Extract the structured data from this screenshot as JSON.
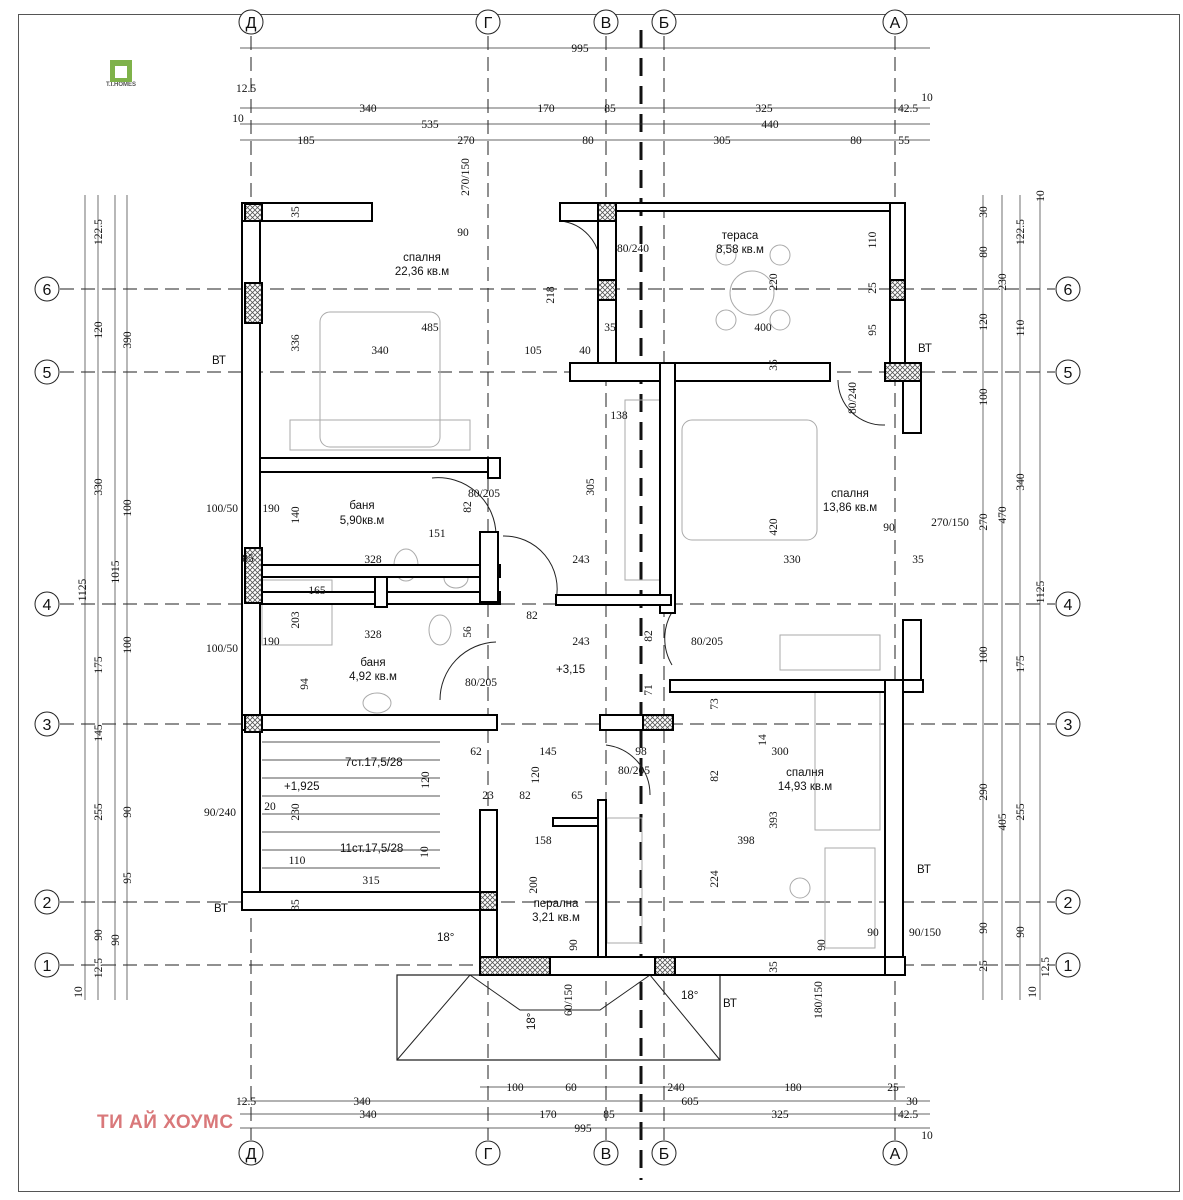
{
  "logo": "T.I.HOMES",
  "watermark": "ТИ АЙ ХОУМС",
  "axes_vertical": [
    "Д",
    "Г",
    "В",
    "Б",
    "А"
  ],
  "axes_horizontal": [
    "6",
    "5",
    "4",
    "3",
    "2",
    "1"
  ],
  "rooms": [
    {
      "name": "спалня",
      "area": "22,36 кв.м"
    },
    {
      "name": "тераса",
      "area": "8,58 кв.м"
    },
    {
      "name": "спалня",
      "area": "13,86 кв.м"
    },
    {
      "name": "баня",
      "area": "5,90кв.м"
    },
    {
      "name": "баня",
      "area": "4,92 кв.м"
    },
    {
      "name": "спалня",
      "area": "14,93 кв.м"
    },
    {
      "name": "перална",
      "area": "3,21 кв.м"
    }
  ],
  "levels": [
    "+3,15",
    "+1,925"
  ],
  "stairs": [
    "7ст.17,5/28",
    "11ст.17,5/28"
  ],
  "slopes": [
    "18°",
    "18°",
    "18°"
  ],
  "vent_marks": [
    "ВТ",
    "ВТ",
    "ВТ",
    "ВТ",
    "ВТ"
  ],
  "dimensions": [
    "995",
    "12.5",
    "340",
    "170",
    "85",
    "325",
    "42.5",
    "10",
    "10",
    "535",
    "440",
    "185",
    "270",
    "80",
    "305",
    "80",
    "55",
    "100",
    "60",
    "240",
    "180",
    "25",
    "12.5",
    "340",
    "605",
    "30",
    "340",
    "170",
    "85",
    "325",
    "42.5",
    "995",
    "10",
    "1125",
    "122.5",
    "120",
    "330",
    "175",
    "145",
    "255",
    "90",
    "12.5",
    "390",
    "1015",
    "100",
    "100",
    "90",
    "95",
    "90",
    "10",
    "1125",
    "122.5",
    "230",
    "120",
    "110",
    "100",
    "270",
    "470",
    "340",
    "100",
    "175",
    "290",
    "405",
    "255",
    "90",
    "90",
    "25",
    "12.5",
    "30",
    "80",
    "10",
    "10",
    "90",
    "270/150",
    "35",
    "80/240",
    "110",
    "220",
    "25",
    "485",
    "35",
    "400",
    "95",
    "336",
    "340",
    "105",
    "40",
    "218",
    "35",
    "80/240",
    "138",
    "305",
    "420",
    "190",
    "140",
    "151",
    "80/205",
    "82",
    "85",
    "328",
    "243",
    "330",
    "35",
    "90",
    "270/150",
    "100/50",
    "165",
    "328",
    "203",
    "190",
    "56",
    "82",
    "243",
    "82",
    "80/205",
    "100/50",
    "94",
    "80/205",
    "71",
    "73",
    "14",
    "62",
    "145",
    "98",
    "300",
    "120",
    "120",
    "80/205",
    "20",
    "90/240",
    "230",
    "82",
    "23",
    "82",
    "65",
    "158",
    "398",
    "110",
    "10",
    "315",
    "224",
    "393",
    "200",
    "35",
    "90",
    "90",
    "90",
    "90/150",
    "60/150",
    "180/150",
    "35"
  ]
}
